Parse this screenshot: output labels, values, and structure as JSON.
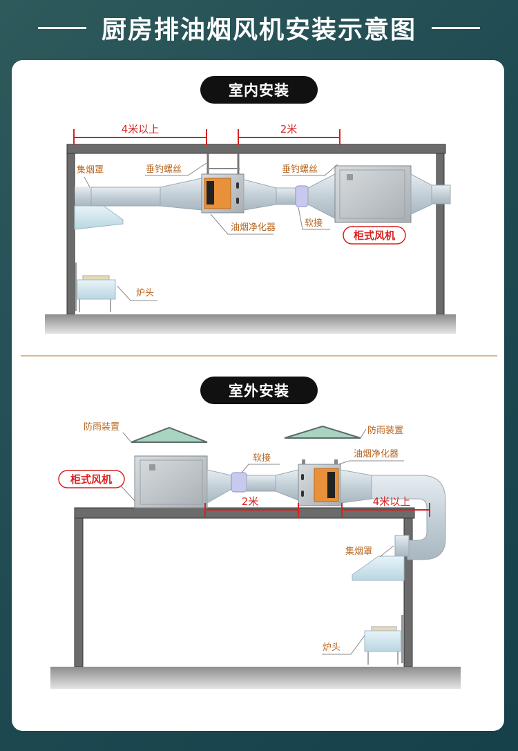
{
  "title": "厨房排油烟风机安装示意图",
  "indoor": {
    "heading": "室内安装",
    "dim_left": "4米以上",
    "dim_right": "2米",
    "hood": "集烟罩",
    "hanger_left": "垂钓螺丝",
    "hanger_right": "垂钓螺丝",
    "purifier": "油烟净化器",
    "flex_joint": "软接",
    "cabinet_fan": "柜式风机",
    "stove": "炉头"
  },
  "outdoor": {
    "heading": "室外安装",
    "rain_cap_left": "防雨装置",
    "rain_cap_right": "防雨装置",
    "flex_joint": "软接",
    "purifier": "油烟净化器",
    "cabinet_fan": "柜式风机",
    "dim_left": "2米",
    "dim_right": "4米以上",
    "hood": "集烟罩",
    "stove": "炉头"
  },
  "colors": {
    "dimension": "#d92020",
    "label": "#b8651f",
    "accent_divider": "#e0b48a",
    "filter_panel": "#e8903a"
  }
}
